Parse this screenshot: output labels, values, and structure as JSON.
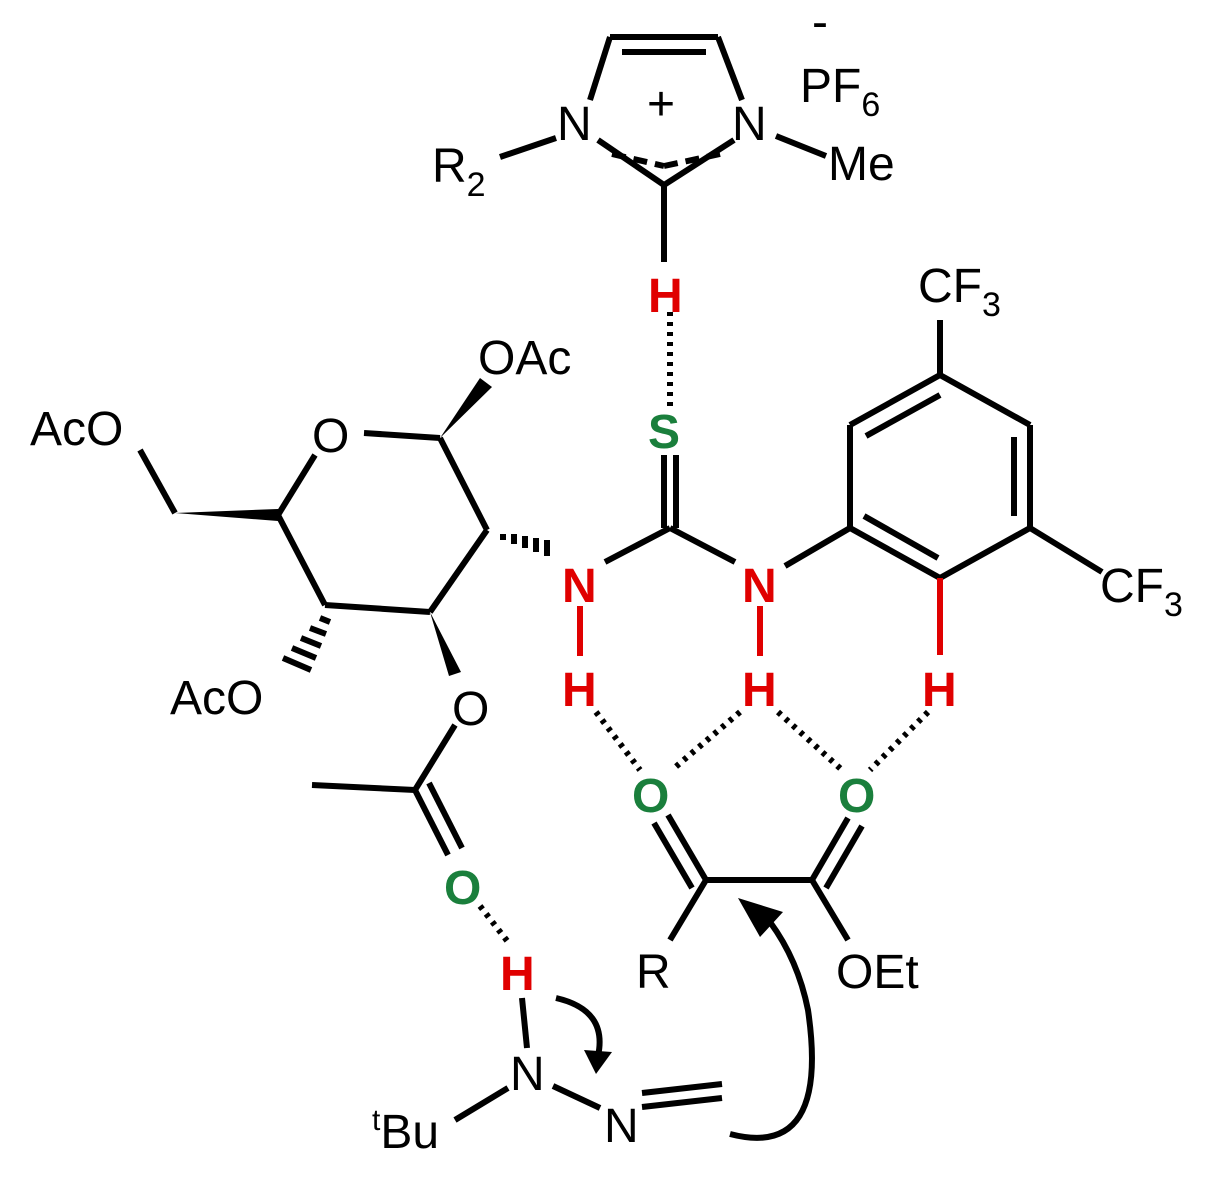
{
  "diagram": {
    "colors": {
      "black": "#000000",
      "red": "#e00000",
      "green": "#1a7f3c"
    },
    "imidazolium": {
      "n1": "N",
      "n3": "N",
      "charge": "+",
      "r2_main": "R",
      "r2_sub": "2",
      "me": "Me",
      "c2_h": "H"
    },
    "counterion": {
      "charge": "-",
      "main": "PF",
      "sub": "6"
    },
    "thiourea": {
      "s": "S",
      "n_left": "N",
      "n_right": "N",
      "h_left": "H",
      "h_right": "H"
    },
    "aryl": {
      "cf3_top_main": "CF",
      "cf3_top_sub": "3",
      "cf3_right_main": "CF",
      "cf3_right_sub": "3",
      "ortho_h": "H"
    },
    "sugar": {
      "ring_o": "O",
      "oac_anomeric": "OAc",
      "aco_c6": "AcO",
      "aco_c4": "AcO",
      "c3_o": "O",
      "acetyl_carbonyl_o": "O"
    },
    "ketoester": {
      "keto_o": "O",
      "ester_o": "O",
      "r": "R",
      "oet": "OEt"
    },
    "hydrazone": {
      "h": "H",
      "nh": "N",
      "n_imine": "N",
      "tbu_sup": "t",
      "tbu_main": "Bu"
    }
  }
}
